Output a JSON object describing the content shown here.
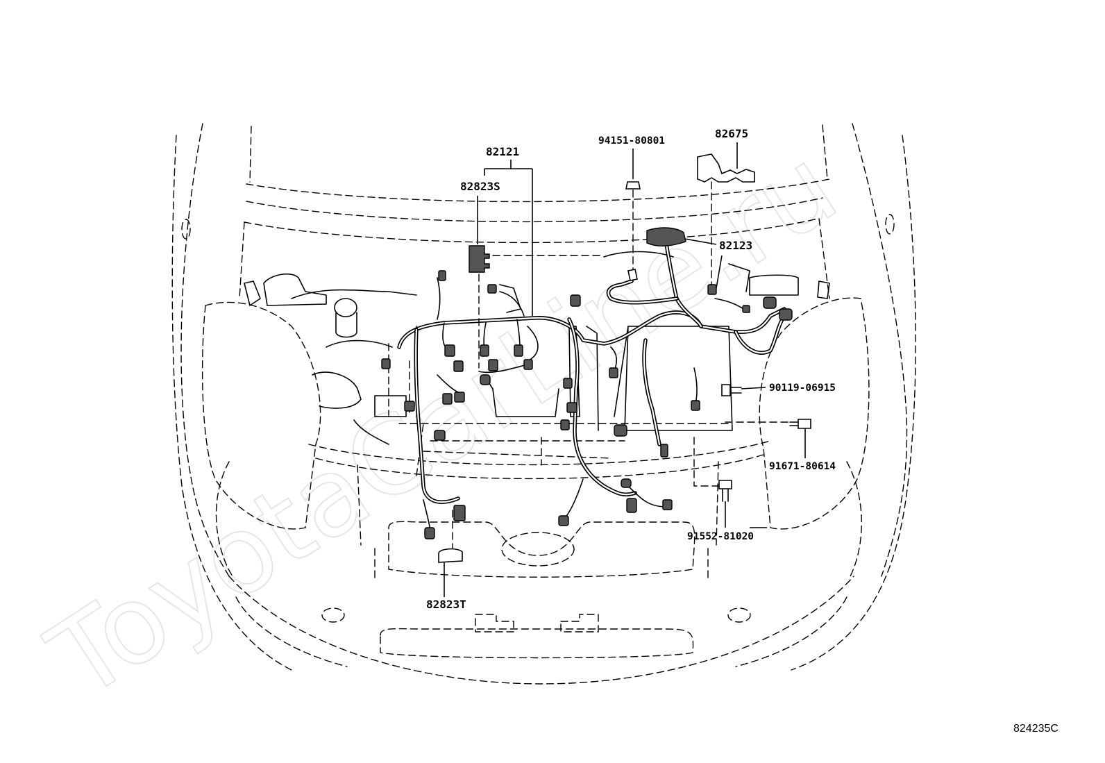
{
  "figure_ref": "824235C",
  "watermark": "ToyotaCarLine.ru",
  "parts": {
    "p82121": "82121",
    "p82823S": "82823S",
    "p94151": "94151-80801",
    "p82675": "82675",
    "p82123": "82123",
    "p90119": "90119-06915",
    "p91671": "91671-80614",
    "p91552": "91552-81020",
    "p82823T": "82823T"
  }
}
